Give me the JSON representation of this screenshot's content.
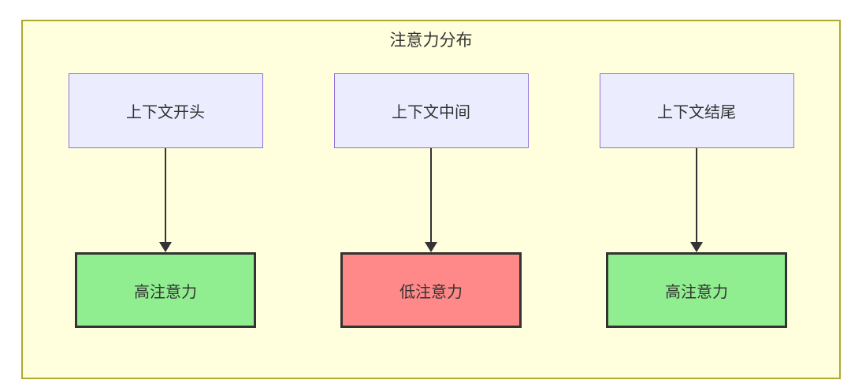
{
  "diagram": {
    "title": "注意力分布",
    "colors": {
      "page_background": "#ffffff",
      "frame_background": "#ffffde",
      "frame_border": "#aaaa33",
      "context_node_fill": "#ececff",
      "context_node_border": "#9370db",
      "high_attention_fill": "#90ee90",
      "low_attention_fill": "#ff8888",
      "attention_node_border": "#333333",
      "arrow_color": "#333333",
      "text_color": "#333333"
    },
    "columns": [
      {
        "top": {
          "label": "上下文开头"
        },
        "bottom": {
          "label": "高注意力",
          "level": "high",
          "fill": "#90ee90"
        }
      },
      {
        "top": {
          "label": "上下文中间"
        },
        "bottom": {
          "label": "低注意力",
          "level": "low",
          "fill": "#ff8888"
        }
      },
      {
        "top": {
          "label": "上下文结尾"
        },
        "bottom": {
          "label": "高注意力",
          "level": "high",
          "fill": "#90ee90"
        }
      }
    ]
  }
}
